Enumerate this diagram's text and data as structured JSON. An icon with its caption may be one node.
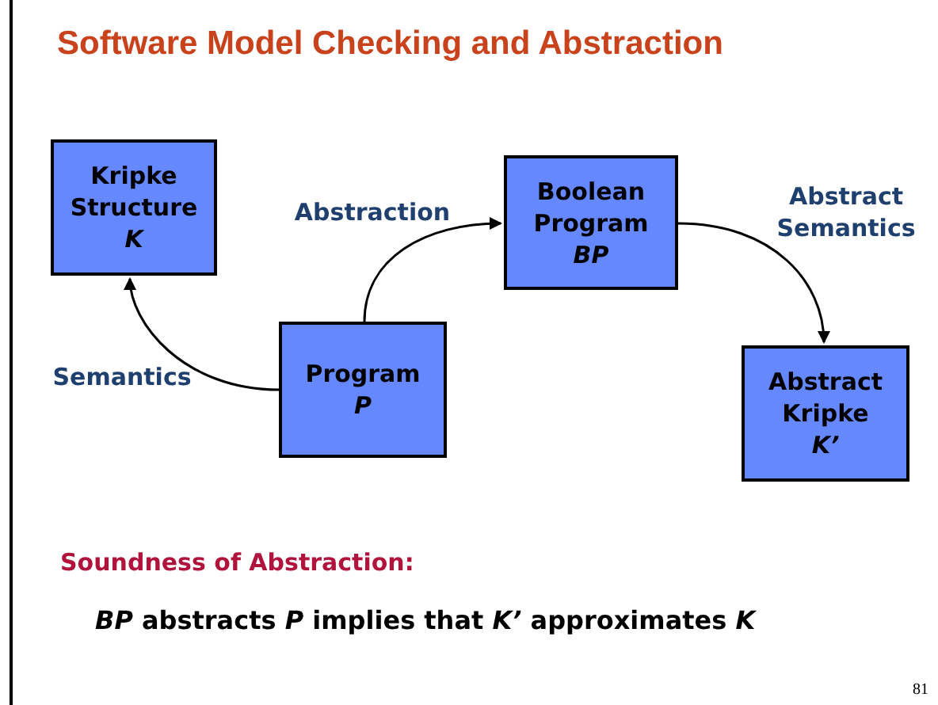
{
  "diagram": {
    "title": "Software Model Checking and Abstraction",
    "nodes": [
      {
        "text": [
          "Kripke Structure",
          "K"
        ]
      },
      {
        "text": [
          "Boolean Program",
          "BP"
        ]
      },
      {
        "text": [
          "Program",
          "P"
        ]
      },
      {
        "text": [
          "Abstract Kripke",
          "K’"
        ]
      }
    ],
    "edges": [
      {
        "from": 2,
        "to": 0,
        "arrow": "to",
        "label": "Semantics"
      },
      {
        "from": 2,
        "to": 1,
        "arrow": "to",
        "label": "Abstraction"
      },
      {
        "from": 1,
        "to": 3,
        "arrow": "to",
        "label": "Abstract Semantics"
      }
    ],
    "labels": [
      "Soundness of Abstraction:",
      "*BP* abstracts *P* implies that *K’* approximates *K*",
      "81"
    ]
  }
}
